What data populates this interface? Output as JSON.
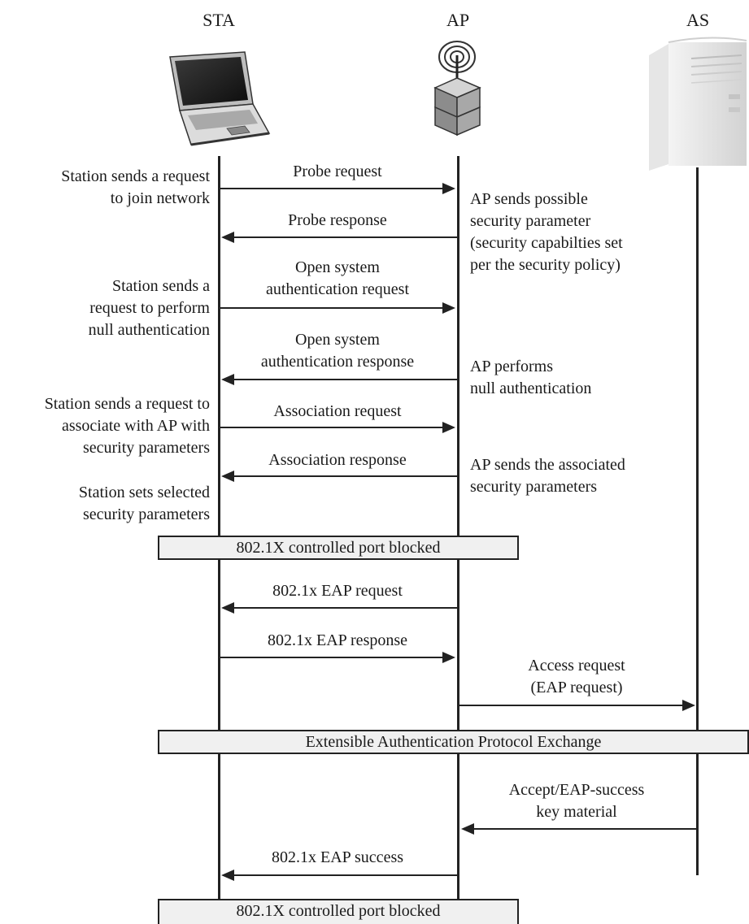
{
  "actors": {
    "sta": "STA",
    "ap": "AP",
    "as": "AS"
  },
  "messages": {
    "probe_request": "Probe request",
    "probe_response": "Probe response",
    "open_req_1": "Open system",
    "open_req_2": "authentication request",
    "open_resp_1": "Open system",
    "open_resp_2": "authentication  response",
    "assoc_request": "Association request",
    "assoc_response": "Association response",
    "eap_request": "802.1x EAP request",
    "eap_response": "802.1x EAP response",
    "access_req_1": "Access request",
    "access_req_2": "(EAP request)",
    "accept_1": "Accept/EAP-success",
    "accept_2": "key material",
    "eap_success": "802.1x EAP success"
  },
  "left_notes": {
    "join_1": "Station sends a request",
    "join_2": "to join network",
    "null_1": "Station sends a",
    "null_2": "request to perform",
    "null_3": "null authentication",
    "assoc_1": "Station sends a request to",
    "assoc_2": "associate with AP with",
    "assoc_3": "security parameters",
    "sets_1": "Station sets selected",
    "sets_2": "security parameters"
  },
  "right_notes": {
    "sec_1": "AP sends possible",
    "sec_2": "security parameter",
    "sec_3": "(security capabilties set",
    "sec_4": "per the security policy)",
    "null_1": "AP performs",
    "null_2": "null authentication",
    "assoc_1": "AP sends the associated",
    "assoc_2": "security parameters"
  },
  "bars": {
    "blocked_1": "802.1X controlled port blocked",
    "eap_exchange": "Extensible Authentication Protocol Exchange",
    "blocked_2": "802.1X controlled port blocked"
  },
  "icons": {
    "sta": "laptop-icon",
    "ap": "access-point-icon",
    "as": "server-icon"
  }
}
